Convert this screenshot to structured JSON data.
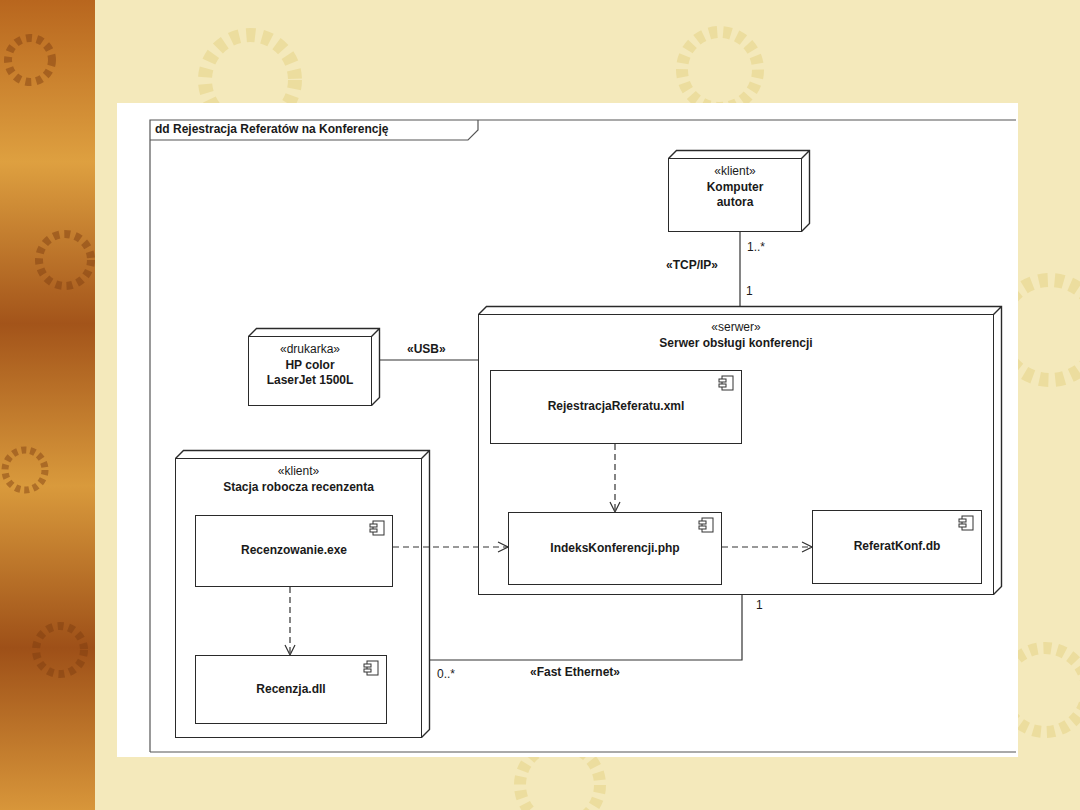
{
  "diagram": {
    "title": "dd Rejestracja Referatów na Konferencję",
    "nodes": [
      {
        "text": [
          "«klient»",
          "Komputer autora"
        ]
      },
      {
        "text": [
          "«drukarka»",
          "HP color LaserJet 1500L"
        ]
      },
      {
        "text": [
          "«serwer»",
          "Serwer obsługi konferencji"
        ]
      },
      {
        "text": [
          "RejestracjaReferatu.xml"
        ],
        "in": 2
      },
      {
        "text": [
          "IndeksKonferencji.php"
        ],
        "in": 2
      },
      {
        "text": [
          "ReferatKonf.db"
        ],
        "in": 2
      },
      {
        "text": [
          "«klient»",
          "Stacja robocza recenzenta"
        ]
      },
      {
        "text": [
          "Recenzowanie.exe"
        ],
        "in": 6
      },
      {
        "text": [
          "Recenzja.dll"
        ],
        "in": 6
      }
    ],
    "edges": [
      {
        "from": 0,
        "to": 2,
        "arrow": "none",
        "label": "«TCP/IP»"
      },
      {
        "from": 1,
        "to": 2,
        "arrow": "none",
        "label": "«USB»"
      },
      {
        "from": 3,
        "to": 4,
        "arrow": "to"
      },
      {
        "from": 7,
        "to": 4,
        "arrow": "to"
      },
      {
        "from": 4,
        "to": 5,
        "arrow": "to"
      },
      {
        "from": 7,
        "to": 8,
        "arrow": "to"
      },
      {
        "from": 6,
        "to": 2,
        "arrow": "none",
        "label": "«Fast Ethernet»"
      }
    ],
    "labels": [
      "1..*",
      "1",
      "1",
      "0..*"
    ]
  }
}
